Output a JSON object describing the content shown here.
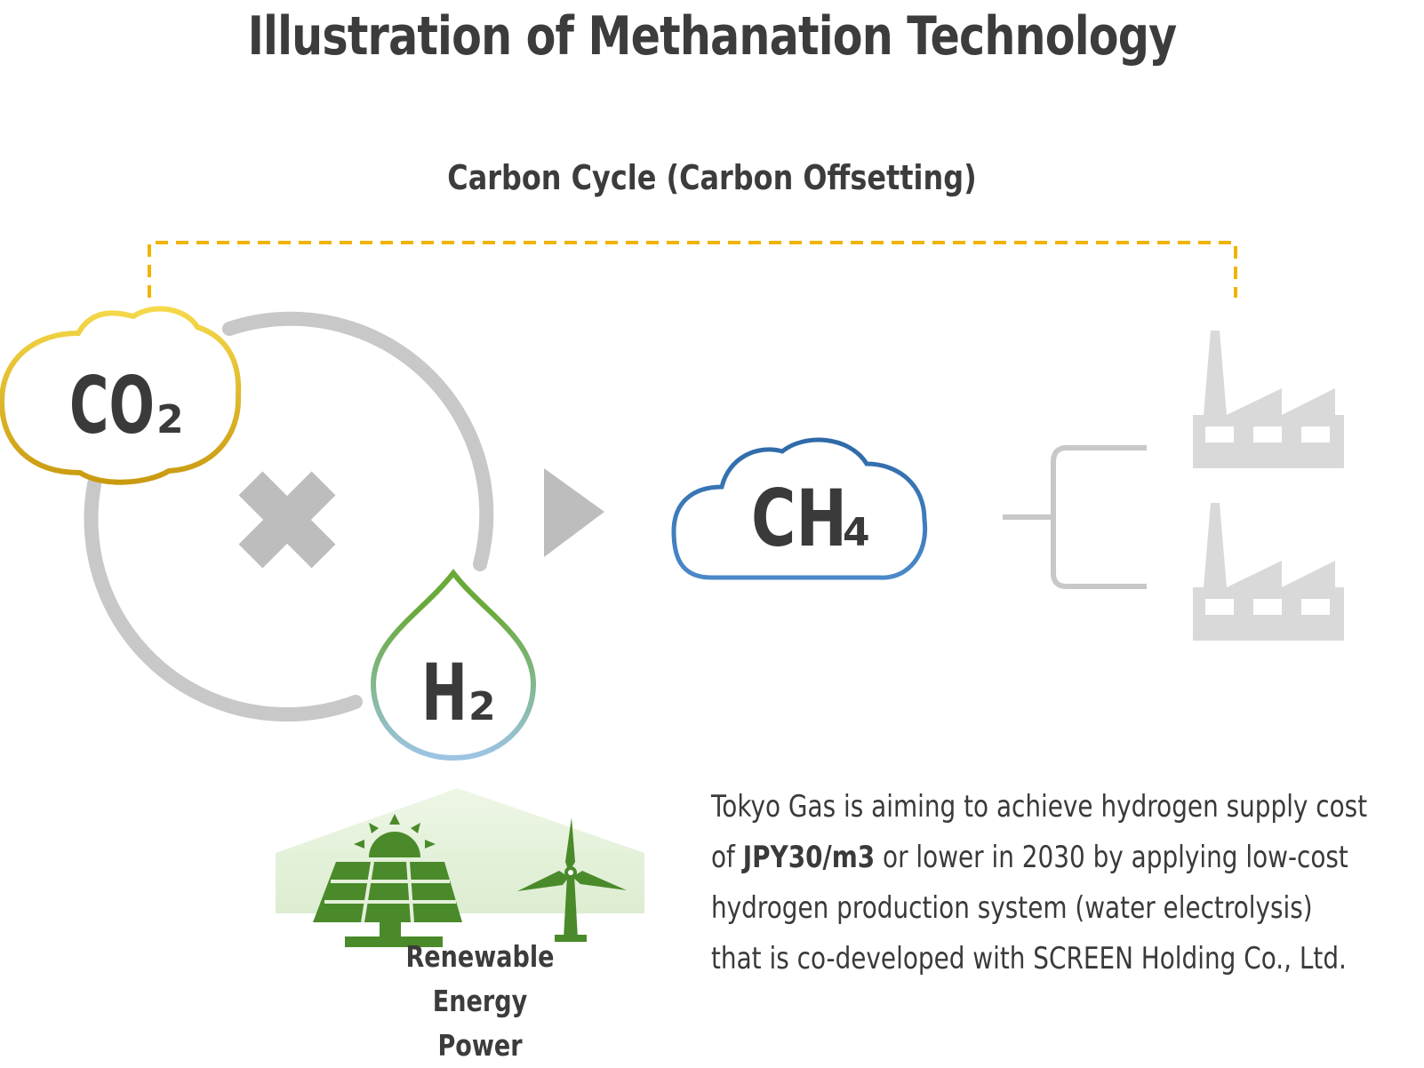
{
  "title": "Illustration of Methanation Technology",
  "cycle_label": "Carbon Cycle (Carbon Offsetting)",
  "nodes": {
    "co2": {
      "main": "CO",
      "sub": "2"
    },
    "h2": {
      "main": "H",
      "sub": "2"
    },
    "ch4": {
      "main": "CH",
      "sub": "4"
    }
  },
  "renewable": {
    "line1": "Renewable Energy",
    "line2": "Power"
  },
  "description": {
    "line1": "Tokyo Gas is aiming to achieve hydrogen supply cost",
    "line2_pre": "of ",
    "line2_bold": "JPY30/m3",
    "line2_post": " or lower in 2030 by applying low-cost",
    "line3": "hydrogen production system (water electrolysis)",
    "line4": "that is co-developed with SCREEN Holding Co., Ltd."
  },
  "colors": {
    "co2_outline": "#e6b820",
    "ch4_outline": "#2e6aa8",
    "h2_outline_top": "#6aaa3a",
    "h2_outline_bottom": "#9cc4e4",
    "cycle_dashes": "#f0b400",
    "gray": "#c8c8c8",
    "factory": "#d9d9d9",
    "renewable_green": "#4a8a2a"
  },
  "icons": [
    "cross-icon",
    "arrow-right-icon",
    "factory-icon",
    "solar-panel-icon",
    "sun-icon",
    "wind-turbine-icon"
  ]
}
